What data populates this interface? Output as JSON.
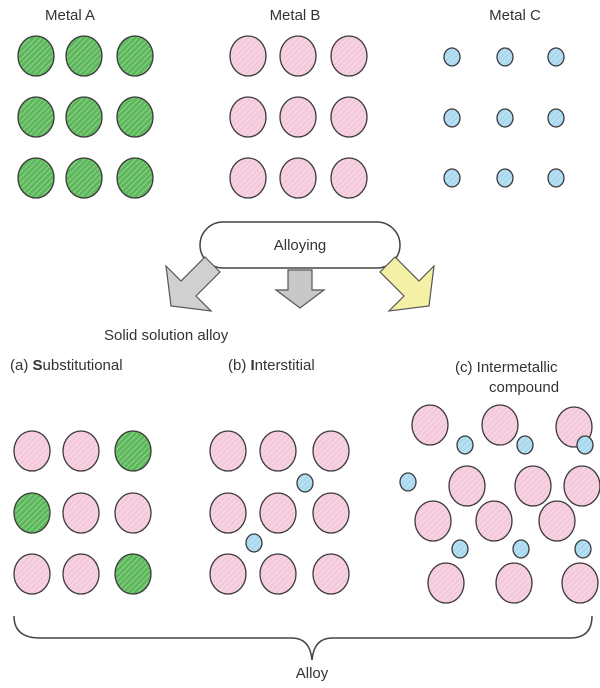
{
  "metals": {
    "a": {
      "label": "Metal A"
    },
    "b": {
      "label": "Metal B"
    },
    "c": {
      "label": "Metal C"
    }
  },
  "process": {
    "label": "Alloying"
  },
  "types": {
    "solid_solution": "Solid solution alloy",
    "substitutional_prefix": "(a) ",
    "substitutional_initial": "S",
    "substitutional_rest": "ubstitutional",
    "interstitial_prefix": "(b) ",
    "interstitial_initial": "I",
    "interstitial_rest": "nterstitial",
    "intermetallic_prefix": "(c) ",
    "intermetallic_line1": "Intermetallic",
    "intermetallic_line2": "compound"
  },
  "footer": {
    "label": "Alloy"
  },
  "colors": {
    "metal_a": "#5cb85a",
    "metal_b": "#f4c9dc",
    "metal_c": "#a9d8ef",
    "arrow_left": "#d0d0d0",
    "arrow_mid": "#c8c8c8",
    "arrow_right": "#f4f0a6"
  }
}
